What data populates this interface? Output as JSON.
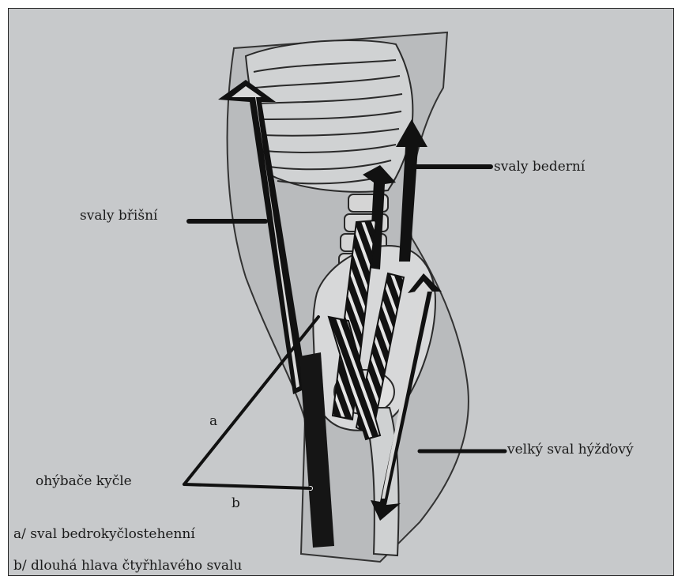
{
  "figure": {
    "labels": {
      "abdominal": "svaly břišní",
      "lumbar": "svaly bederní",
      "gluteal": "velký sval hýžďový",
      "hip_flexors": "ohýbače kyčle",
      "marker_a": "a",
      "marker_b": "b"
    },
    "legend": {
      "a": "a/ sval bedrokyčlostehenní",
      "b": "b/ dlouhá hlava čtyřhlavého svalu"
    }
  }
}
